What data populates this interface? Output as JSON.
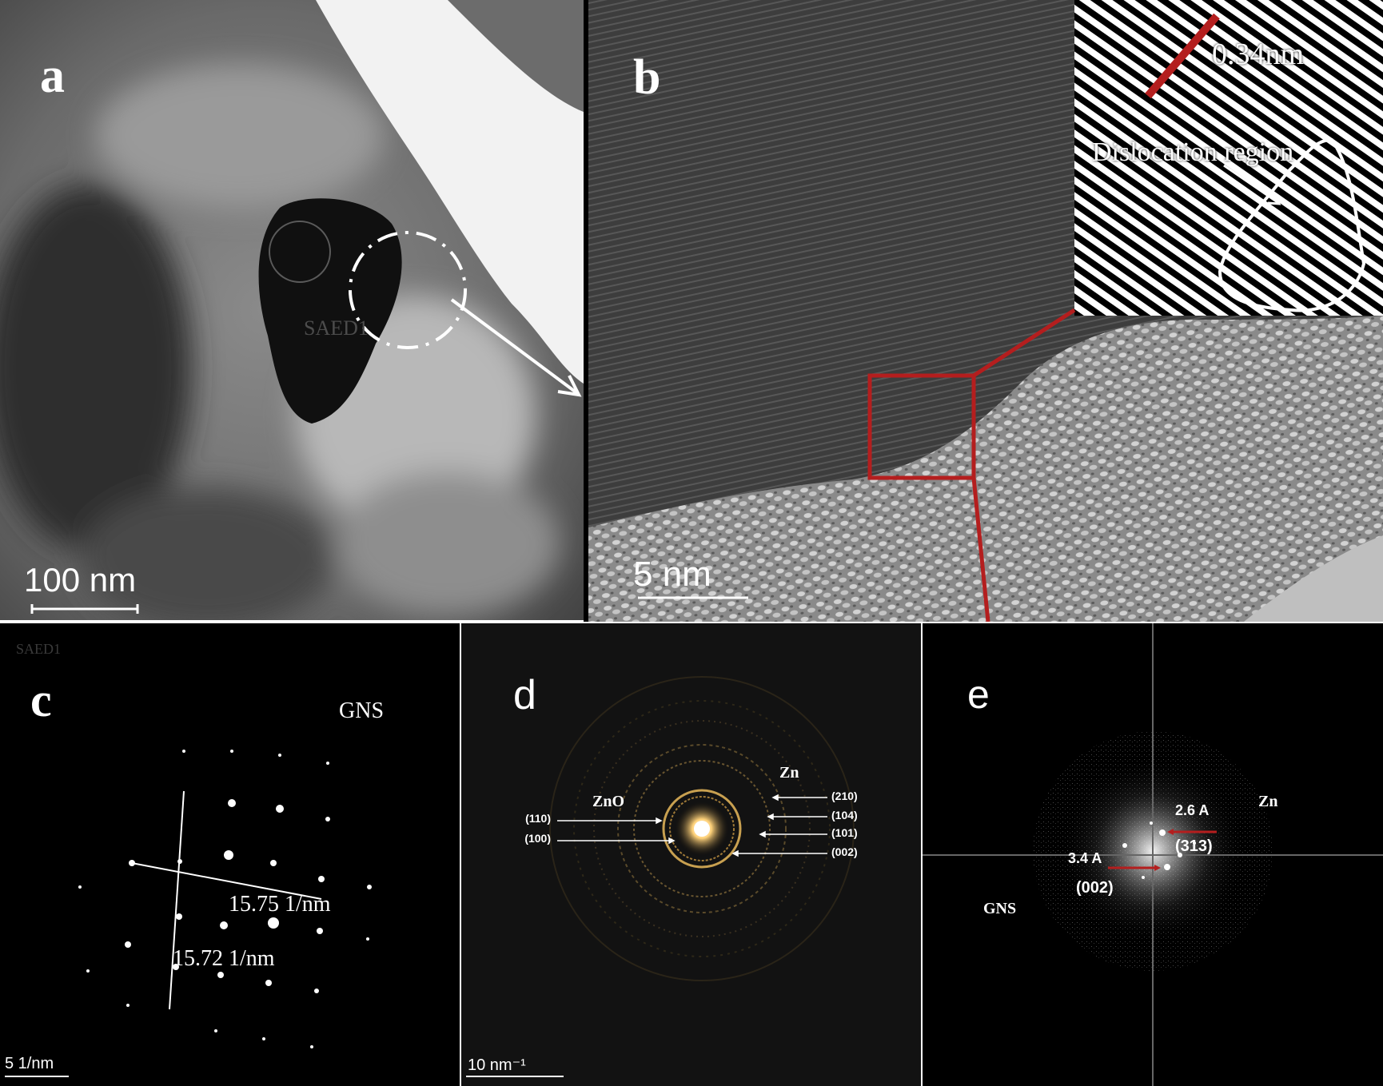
{
  "figure": {
    "panel_a": {
      "letter": "a",
      "circle_label": "SAED1",
      "scale_bar": "100 nm"
    },
    "panel_b": {
      "letter": "b",
      "inset_spacing": "0.34nm",
      "inset_label": "Dislocation region",
      "scale_bar": "5 nm"
    },
    "panel_c": {
      "letter": "c",
      "corner_label": "SAED1",
      "material": "GNS",
      "d1": "15.75 1/nm",
      "d2": "15.72  1/nm",
      "scale_bar": "5 1/nm"
    },
    "panel_d": {
      "letter": "d",
      "left_material": "ZnO",
      "right_material": "Zn",
      "left_labels": [
        "(110)",
        "(100)"
      ],
      "right_labels": [
        "(210)",
        "(104)",
        "(101)",
        "(002)"
      ],
      "scale_bar": "10 nm⁻¹"
    },
    "panel_e": {
      "letter": "e",
      "upper_spacing": "2.6 A",
      "upper_index": "(313)",
      "lower_spacing": "3.4 A",
      "lower_index": "(002)",
      "right_material": "Zn",
      "left_material": "GNS"
    }
  },
  "colors": {
    "annotation_red": "#b41e1e",
    "panel_background": "#000000",
    "label_white": "#ffffff"
  }
}
